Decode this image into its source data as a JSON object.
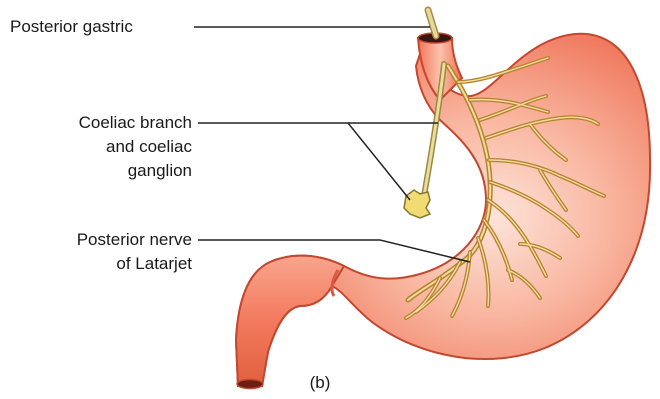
{
  "labels": {
    "posterior_gastric": "Posterior gastric",
    "coeliac_line1": "Coeliac branch",
    "coeliac_line2": "and coeliac",
    "coeliac_line3": "ganglion",
    "latarjet_line1": "Posterior nerve",
    "latarjet_line2": "of Latarjet",
    "panel": "(b)"
  },
  "colors": {
    "stomach_fill": "#f4836a",
    "stomach_highlight": "#fbd0c2",
    "stomach_outline": "#c4472f",
    "nerve": "#c99a3c",
    "nerve_core": "#f3dca0",
    "vagal_trunk": "#d7c98a",
    "leader_line": "#222222"
  }
}
